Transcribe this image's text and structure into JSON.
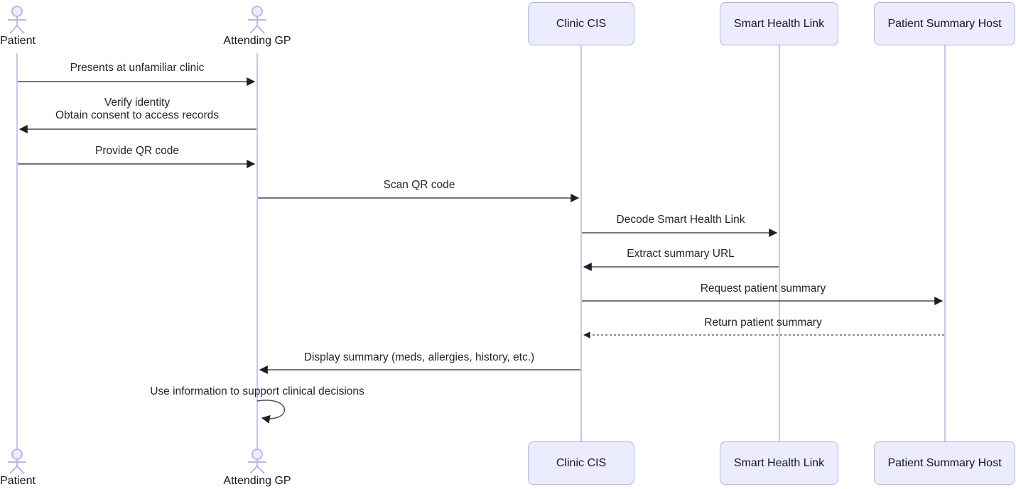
{
  "diagram": {
    "type": "sequence-diagram",
    "participants": [
      {
        "id": "patient",
        "kind": "actor",
        "label": "Patient"
      },
      {
        "id": "gp",
        "kind": "actor",
        "label": "Attending GP"
      },
      {
        "id": "cis",
        "kind": "box",
        "label": "Clinic CIS"
      },
      {
        "id": "shl",
        "kind": "box",
        "label": "Smart Health Link"
      },
      {
        "id": "psh",
        "kind": "box",
        "label": "Patient Summary Host"
      }
    ],
    "messages": [
      {
        "from": "patient",
        "to": "gp",
        "style": "solid",
        "text": "Presents at unfamiliar clinic"
      },
      {
        "from": "gp",
        "to": "patient",
        "style": "solid",
        "text": "Verify identity\nObtain consent to access records"
      },
      {
        "from": "patient",
        "to": "gp",
        "style": "solid",
        "text": "Provide QR code"
      },
      {
        "from": "gp",
        "to": "cis",
        "style": "solid",
        "text": "Scan QR code"
      },
      {
        "from": "cis",
        "to": "shl",
        "style": "solid",
        "text": "Decode Smart Health Link"
      },
      {
        "from": "shl",
        "to": "cis",
        "style": "solid",
        "text": "Extract summary URL"
      },
      {
        "from": "cis",
        "to": "psh",
        "style": "solid",
        "text": "Request patient summary"
      },
      {
        "from": "psh",
        "to": "cis",
        "style": "dashed",
        "text": "Return patient summary"
      },
      {
        "from": "cis",
        "to": "gp",
        "style": "solid",
        "text": "Display summary (meds, allergies, history, etc.)"
      },
      {
        "from": "gp",
        "to": "gp",
        "style": "self-loop",
        "text": "Use information to support clinical decisions"
      }
    ],
    "colors": {
      "participant_fill": "#ECECFF",
      "participant_border": "#b3b3e6",
      "lifeline": "#c6c6f2",
      "actor_stroke": "#b7b7ec",
      "message_line": "#4a4a4a",
      "arrowhead": "#1f1f1f",
      "text": "#262626",
      "background": "#ffffff"
    }
  }
}
